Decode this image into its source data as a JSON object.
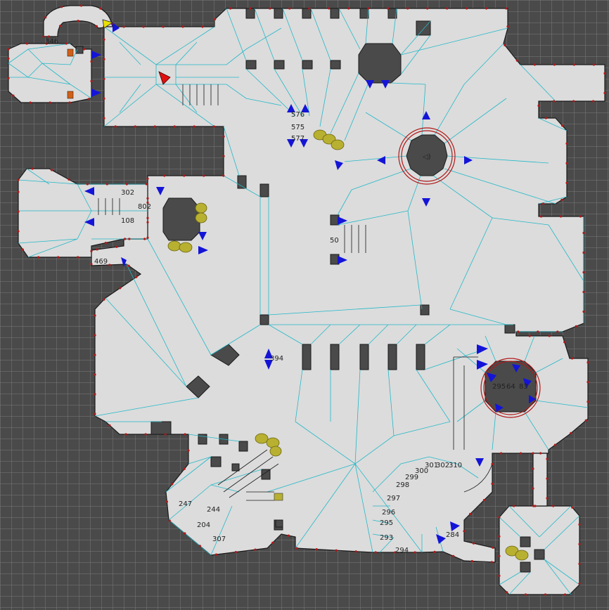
{
  "editor": {
    "colors": {
      "background": "#4a4a4a",
      "grid": "#7a7a7a",
      "floor": "#dcdcdc",
      "wall": "#1a1a1a",
      "mesh": "#22b8c8",
      "vertex": "#b01818",
      "thing_player": "#e01010",
      "thing_teleport": "#1414d8",
      "thing_key": "#e8e000",
      "thing_barrel": "#b8b030"
    }
  },
  "sector_labels": [
    {
      "id": "l346",
      "text": "346"
    },
    {
      "id": "l576",
      "text": "576"
    },
    {
      "id": "l575",
      "text": "575"
    },
    {
      "id": "l577",
      "text": "577"
    },
    {
      "id": "l302a",
      "text": "302"
    },
    {
      "id": "l802",
      "text": "802"
    },
    {
      "id": "l108",
      "text": "108"
    },
    {
      "id": "l469",
      "text": "469"
    },
    {
      "id": "l50",
      "text": "50"
    },
    {
      "id": "l394",
      "text": "394"
    },
    {
      "id": "l295",
      "text": "295"
    },
    {
      "id": "l64",
      "text": "64"
    },
    {
      "id": "l83",
      "text": "83"
    },
    {
      "id": "l247",
      "text": "247"
    },
    {
      "id": "l244",
      "text": "244"
    },
    {
      "id": "l204",
      "text": "204"
    },
    {
      "id": "l307",
      "text": "307"
    },
    {
      "id": "l300",
      "text": "300"
    },
    {
      "id": "l301",
      "text": "301"
    },
    {
      "id": "l302b",
      "text": "302"
    },
    {
      "id": "l310",
      "text": "310"
    },
    {
      "id": "l299",
      "text": "299"
    },
    {
      "id": "l298",
      "text": "298"
    },
    {
      "id": "l297",
      "text": "297"
    },
    {
      "id": "l296",
      "text": "296"
    },
    {
      "id": "l295b",
      "text": "295"
    },
    {
      "id": "l293",
      "text": "293"
    },
    {
      "id": "l294",
      "text": "294"
    },
    {
      "id": "l284",
      "text": "284"
    }
  ]
}
